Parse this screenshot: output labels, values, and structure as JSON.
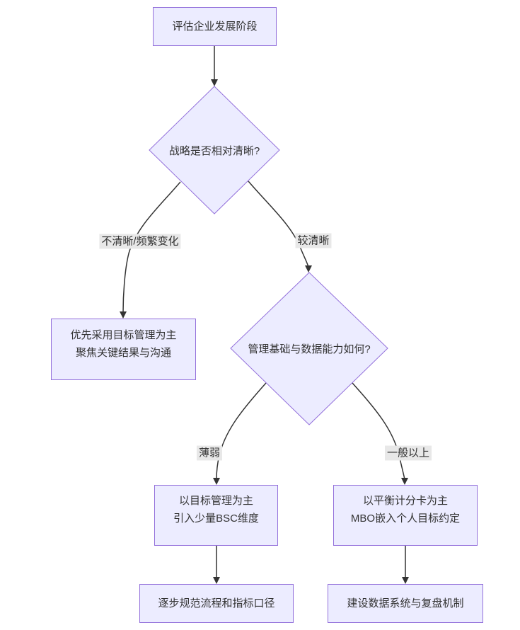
{
  "diagram": {
    "type": "flowchart",
    "direction": "top-down",
    "nodes": {
      "start": {
        "shape": "rect",
        "label": "评估企业发展阶段"
      },
      "q1": {
        "shape": "diamond",
        "label": "战略是否相对清晰?"
      },
      "mbo_first": {
        "shape": "rect",
        "line1": "优先采用目标管理为主",
        "line2": "聚焦关键结果与沟通"
      },
      "q2": {
        "shape": "diamond",
        "label": "管理基础与数据能力如何?"
      },
      "mbo_bsc": {
        "shape": "rect",
        "line1": "以目标管理为主",
        "line2": "引入少量BSC维度"
      },
      "bsc_mbo": {
        "shape": "rect",
        "line1": "以平衡计分卡为主",
        "line2": "MBO嵌入个人目标约定"
      },
      "process": {
        "shape": "rect",
        "label": "逐步规范流程和指标口径"
      },
      "datasys": {
        "shape": "rect",
        "label": "建设数据系统与复盘机制"
      }
    },
    "edge_labels": {
      "unclear": "不清晰/频繁变化",
      "clear": "较清晰",
      "weak": "薄弱",
      "average_up": "一般以上"
    },
    "colors": {
      "node_fill": "#ECECFF",
      "node_border": "#9370DB",
      "edge_line": "#333333",
      "edge_label_bg": "#e8e8e8",
      "text": "#333333",
      "background": "#ffffff"
    }
  }
}
